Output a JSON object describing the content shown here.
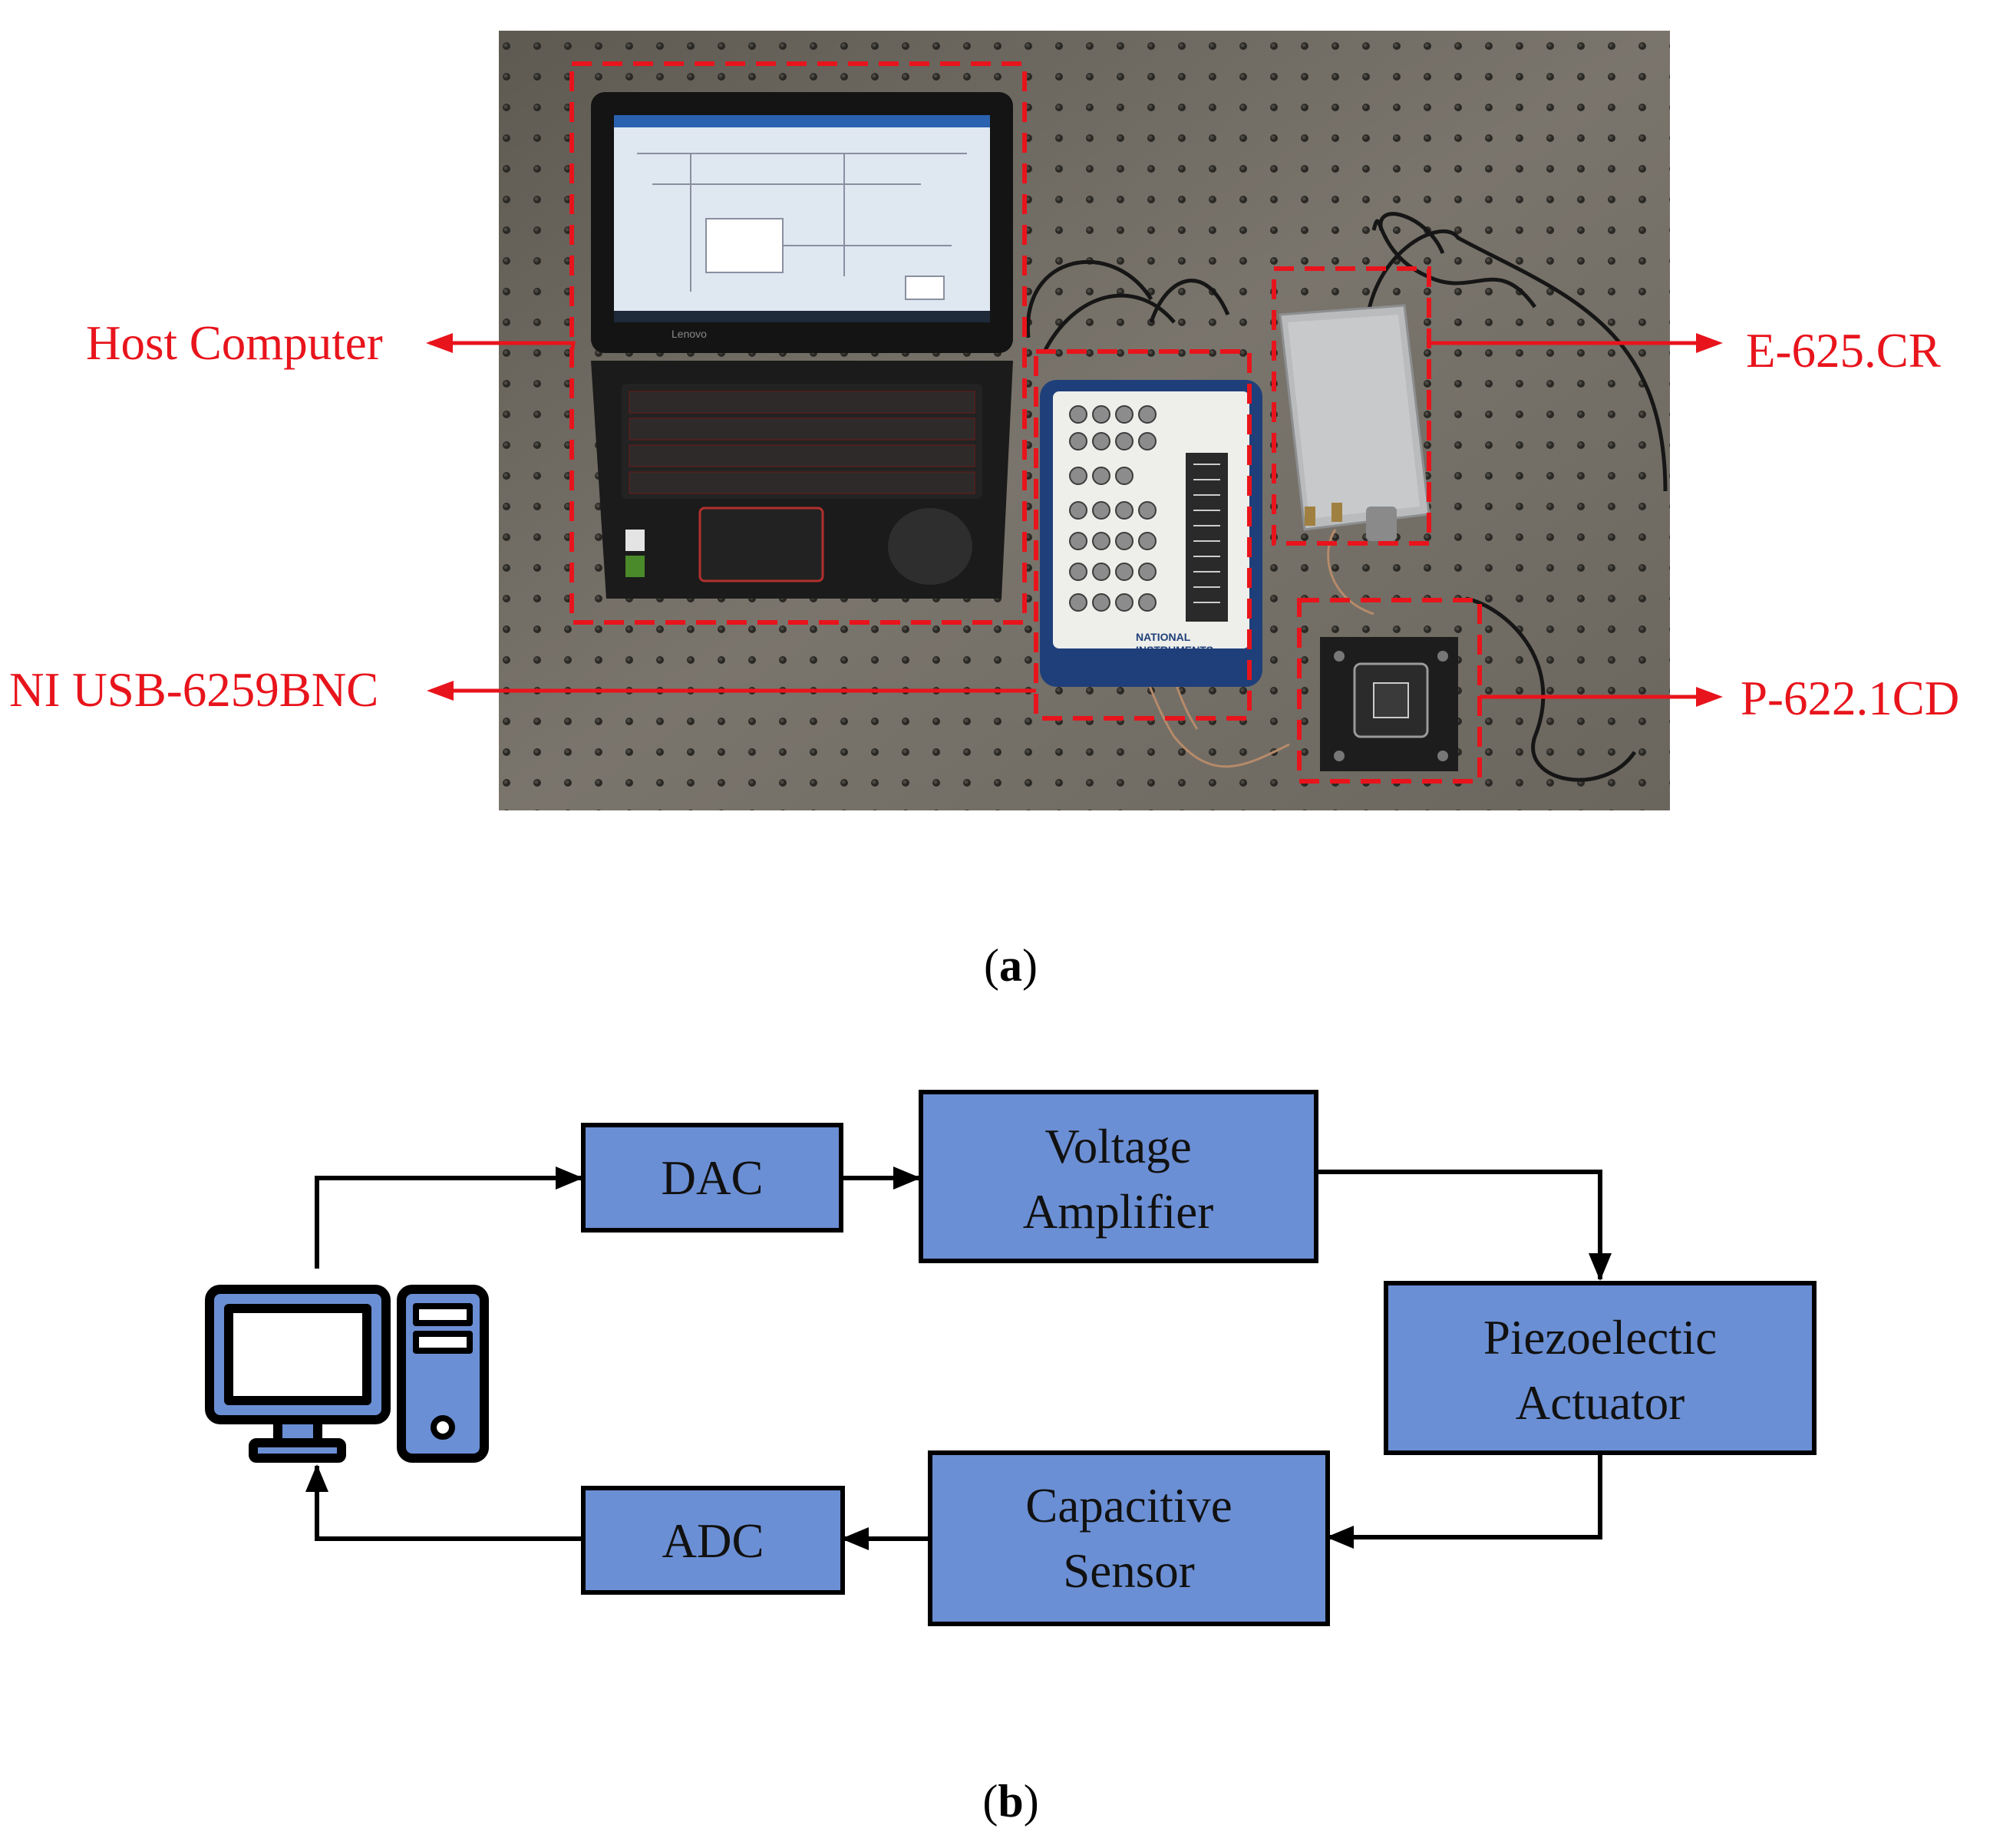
{
  "panel_a": {
    "caption_paren_open": "(",
    "caption_letter": "a",
    "caption_paren_close": ")",
    "labels": {
      "host_computer": "Host Computer",
      "ni_usb": "NI USB-6259BNC",
      "e625": "E-625.CR",
      "p622": "P-622.1CD"
    },
    "photo_text": {
      "laptop_brand": "Lenovo",
      "daq_brand_1": "NATIONAL",
      "daq_brand_2": "INSTRUMENTS"
    },
    "colors": {
      "callout": "#e8141c",
      "table": "#6b6760"
    }
  },
  "panel_b": {
    "caption_paren_open": "(",
    "caption_letter": "b",
    "caption_paren_close": ")",
    "blocks": {
      "dac": "DAC",
      "amp_line1": "Voltage",
      "amp_line2": "Amplifier",
      "piezo_line1": "Piezoelectic",
      "piezo_line2": "Actuator",
      "cap_line1": "Capacitive",
      "cap_line2": "Sensor",
      "adc": "ADC"
    },
    "icon": "desktop-computer-icon",
    "colors": {
      "block_fill": "#6b8fd4",
      "block_stroke": "#000000"
    }
  }
}
